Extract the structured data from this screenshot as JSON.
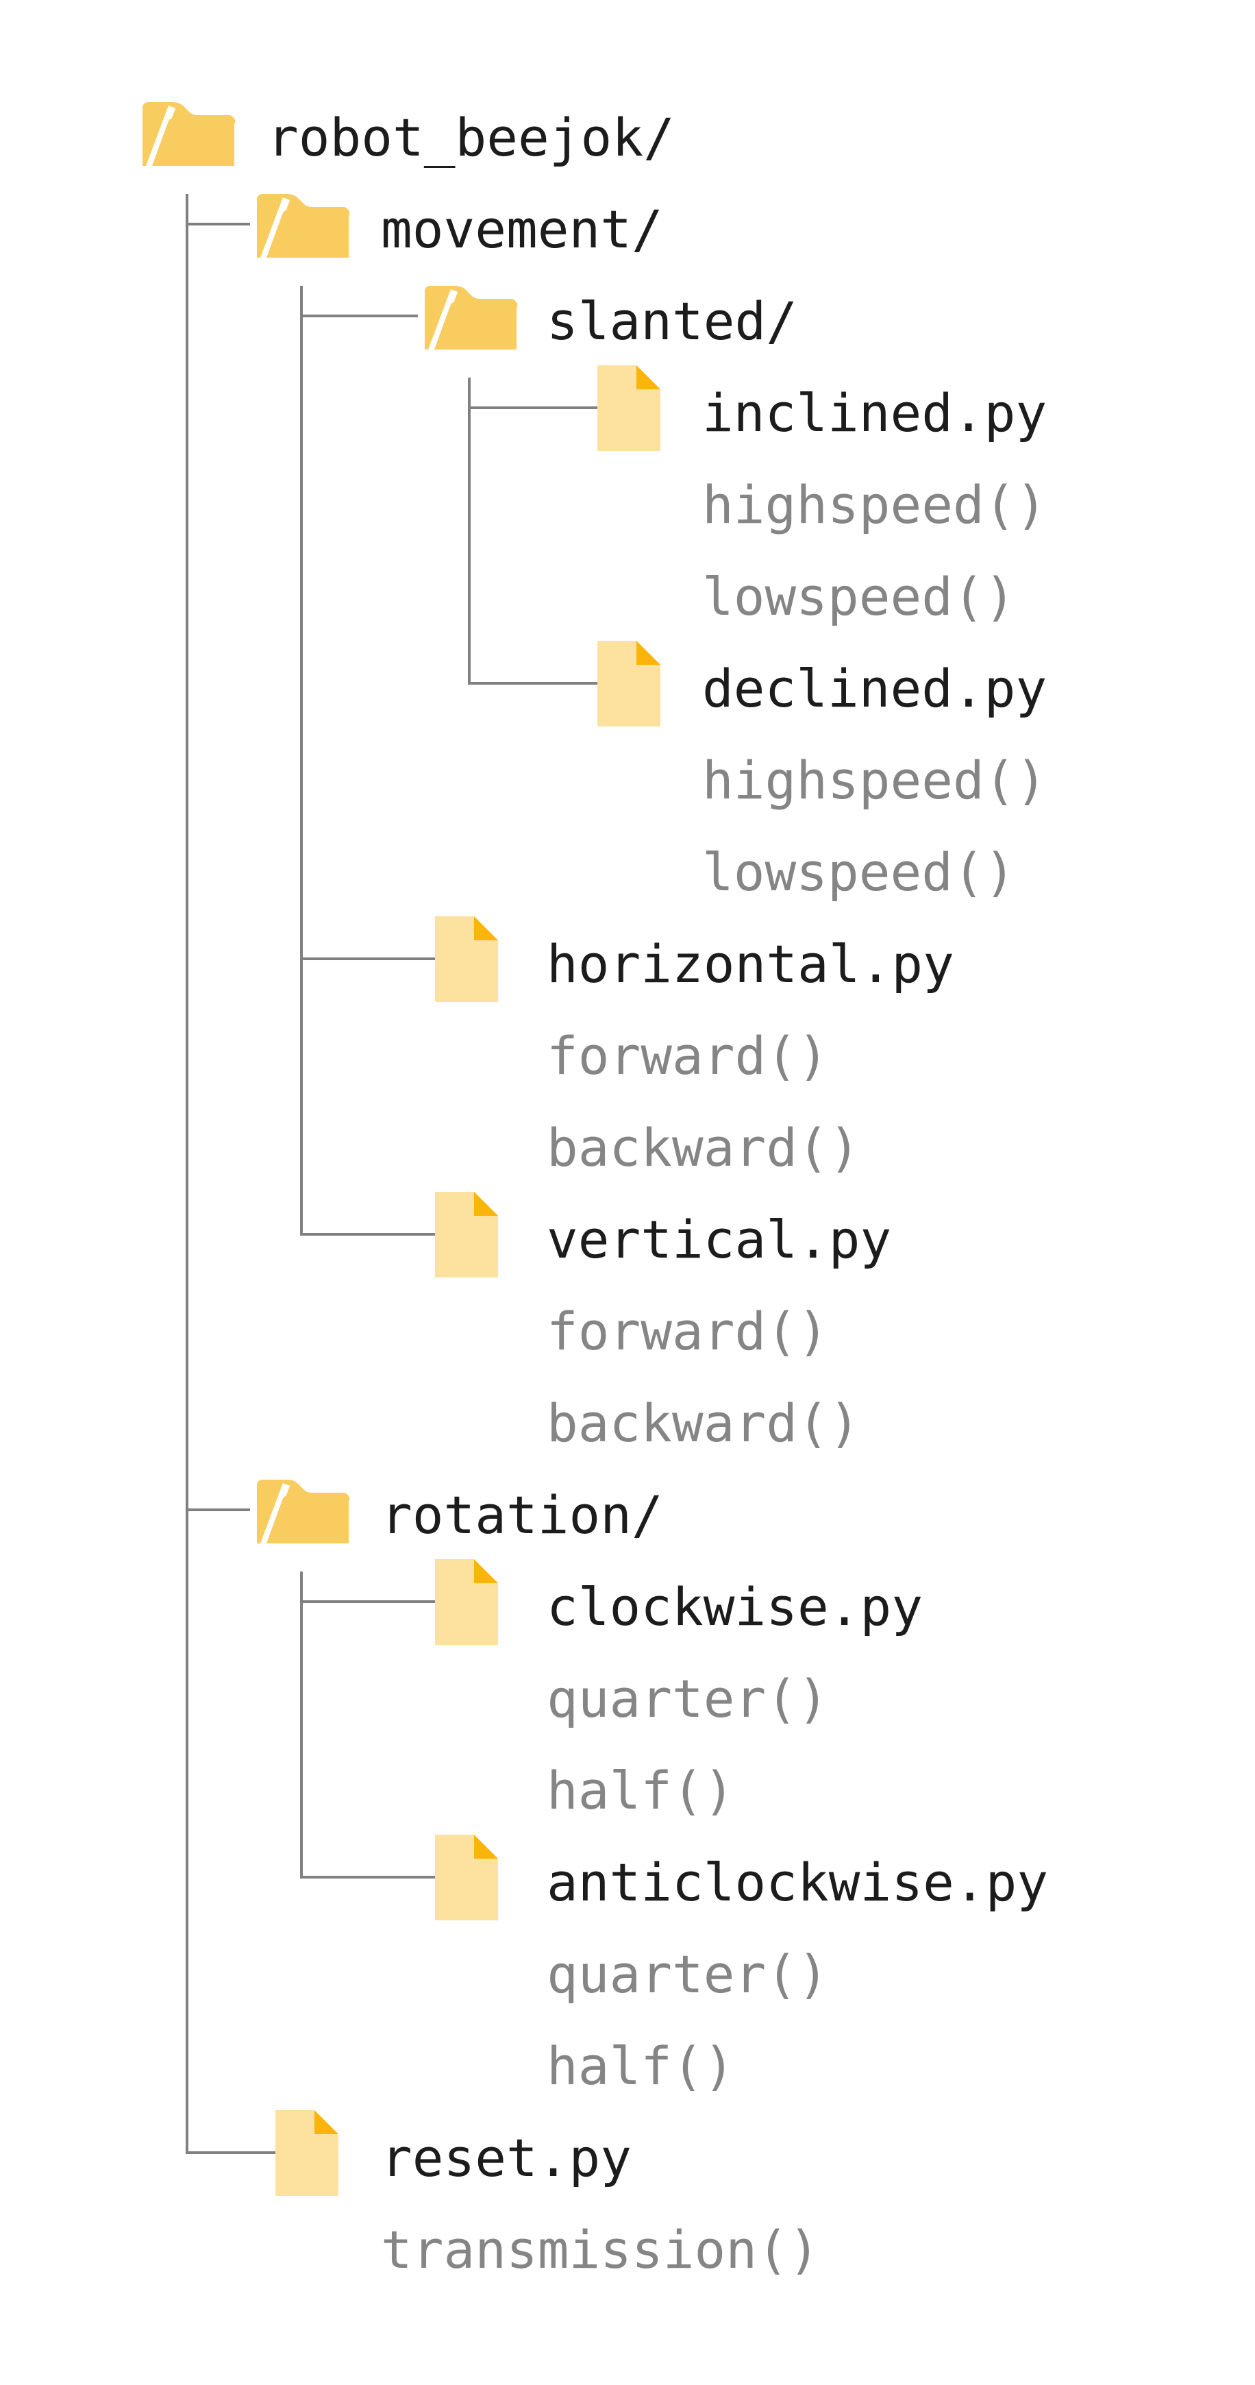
{
  "colors": {
    "background": "#FFFFFF",
    "folder": "#F8CC5F",
    "file_body": "#FCE29E",
    "file_fold": "#FAB40A",
    "connector": "#808080",
    "name_text": "#1C1C1C",
    "function_text": "#858585"
  },
  "tree": {
    "root": {
      "name": "robot_beejok/",
      "kind": "folder",
      "children": [
        {
          "name": "movement/",
          "kind": "folder",
          "children": [
            {
              "name": "slanted/",
              "kind": "folder",
              "children": [
                {
                  "name": "inclined.py",
                  "kind": "file",
                  "functions": [
                    "highspeed()",
                    "lowspeed()"
                  ]
                },
                {
                  "name": "declined.py",
                  "kind": "file",
                  "functions": [
                    "highspeed()",
                    "lowspeed()"
                  ]
                }
              ]
            },
            {
              "name": "horizontal.py",
              "kind": "file",
              "functions": [
                "forward()",
                "backward()"
              ]
            },
            {
              "name": "vertical.py",
              "kind": "file",
              "functions": [
                "forward()",
                "backward()"
              ]
            }
          ]
        },
        {
          "name": "rotation/",
          "kind": "folder",
          "children": [
            {
              "name": "clockwise.py",
              "kind": "file",
              "functions": [
                "quarter()",
                "half()"
              ]
            },
            {
              "name": "anticlockwise.py",
              "kind": "file",
              "functions": [
                "quarter()",
                "half()"
              ]
            }
          ]
        },
        {
          "name": "reset.py",
          "kind": "file",
          "functions": [
            "transmission()"
          ]
        }
      ]
    }
  }
}
